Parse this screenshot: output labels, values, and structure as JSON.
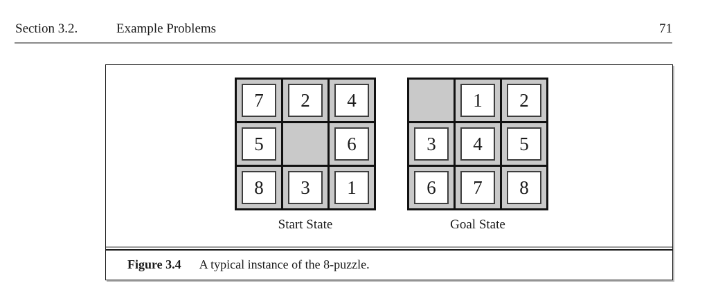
{
  "header": {
    "section": "Section 3.2.",
    "title": "Example Problems",
    "page_number": "71"
  },
  "figure": {
    "label": "Figure 3.4",
    "caption": "A typical instance of the 8-puzzle.",
    "boards": [
      {
        "id": "start",
        "label": "Start State",
        "tiles": [
          [
            "7",
            "2",
            "4"
          ],
          [
            "5",
            "",
            "6"
          ],
          [
            "8",
            "3",
            "1"
          ]
        ]
      },
      {
        "id": "goal",
        "label": "Goal State",
        "tiles": [
          [
            "",
            "1",
            "2"
          ],
          [
            "3",
            "4",
            "5"
          ],
          [
            "6",
            "7",
            "8"
          ]
        ]
      }
    ],
    "colors": {
      "cell_background": "#c9c9c9",
      "tile_background": "#ffffff",
      "grid_line": "#111111"
    }
  }
}
